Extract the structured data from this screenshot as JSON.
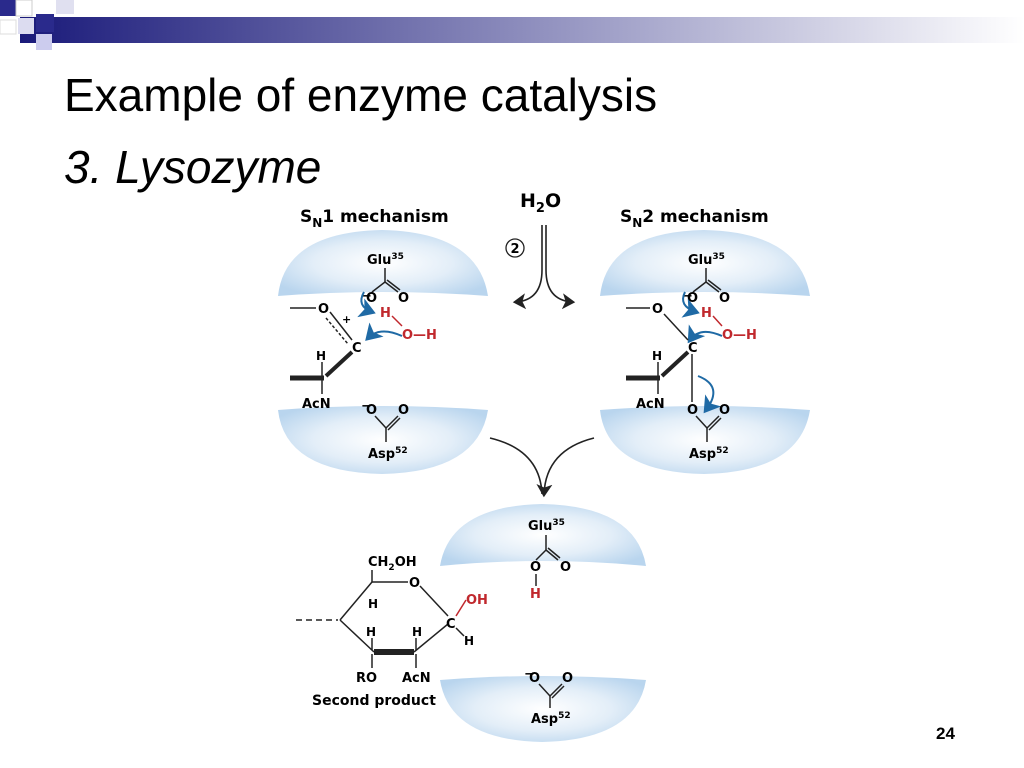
{
  "slide": {
    "title": "Example of enzyme catalysis",
    "subtitle": "3. Lysozyme",
    "page_number": "24"
  },
  "diagram": {
    "water": {
      "main": "H",
      "sub": "2",
      "tail": "O"
    },
    "step_number": "2",
    "sn1": {
      "heading_main": "S",
      "heading_sub": "N",
      "heading_tail": "1 mechanism",
      "glu": "Glu",
      "glu_sup": "35",
      "asp": "Asp",
      "asp_sup": "52",
      "acn": "AcN",
      "labels": {
        "o": "O",
        "h": "H",
        "c": "C",
        "minus": "−",
        "plus": "+",
        "oh_red": "O—H",
        "h_red": "H"
      }
    },
    "sn2": {
      "heading_main": "S",
      "heading_sub": "N",
      "heading_tail": "2 mechanism",
      "glu": "Glu",
      "glu_sup": "35",
      "asp": "Asp",
      "asp_sup": "52",
      "acn": "AcN",
      "labels": {
        "o": "O",
        "h": "H",
        "c": "C",
        "minus": "−",
        "oh_red": "O—H",
        "h_red": "H"
      }
    },
    "product": {
      "glu": "Glu",
      "glu_sup": "35",
      "asp": "Asp",
      "asp_sup": "52",
      "ch2oh_main": "CH",
      "ch2oh_sub": "2",
      "ch2oh_tail": "OH",
      "oh": "OH",
      "ro": "RO",
      "acn": "AcN",
      "caption": "Second product",
      "labels": {
        "o": "O",
        "h": "H",
        "c": "C",
        "minus": "−",
        "h_red": "H"
      }
    },
    "colors": {
      "red": "#c0282d",
      "blue": "#1f6aa5",
      "pocket": "#cfe3f3",
      "pocket_edge": "#e8f2fa"
    }
  }
}
